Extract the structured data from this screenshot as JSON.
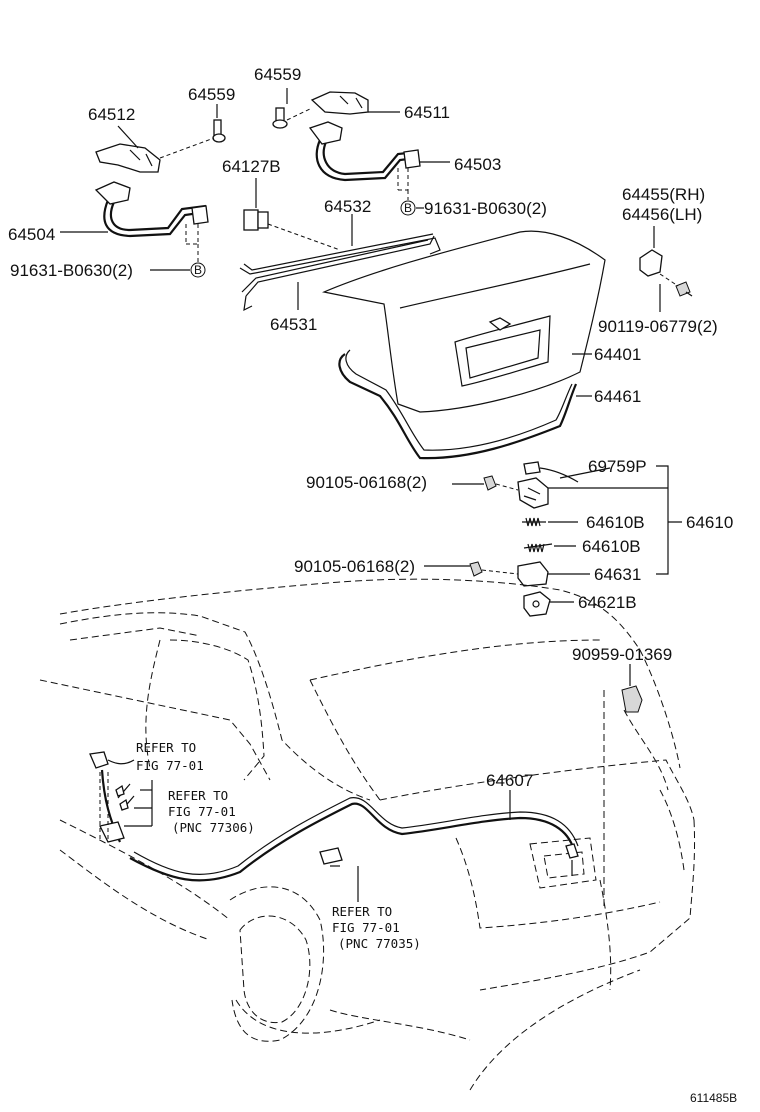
{
  "labels": {
    "p64559a": "64559",
    "p64511": "64511",
    "p64512": "64512",
    "p64559b": "64559",
    "p64503": "64503",
    "p64127b": "64127B",
    "p64532": "64532",
    "p91631a": "91631-B0630(2)",
    "p64455": "64455(RH)",
    "p64456": "64456(LH)",
    "p64504": "64504",
    "p91631b": "91631-B0630(2)",
    "p64531": "64531",
    "p90119": "90119-06779(2)",
    "p64401": "64401",
    "p64461": "64461",
    "p69759p": "69759P",
    "p90105a": "90105-06168(2)",
    "p64610b1": "64610B",
    "p64610": "64610",
    "p64610b2": "64610B",
    "p90105b": "90105-06168(2)",
    "p64631": "64631",
    "p64621b": "64621B",
    "p90959": "90959-01369",
    "p64607": "64607",
    "b_marker": "B",
    "ref1_l1": "REFER TO",
    "ref1_l2": "FIG 77-01",
    "ref2_l1": "REFER TO",
    "ref2_l2": "FIG 77-01",
    "ref2_l3": "(PNC 77306)",
    "ref3_l1": "REFER TO",
    "ref3_l2": "FIG 77-01",
    "ref3_l3": "(PNC 77035)",
    "figure_id": "611485B"
  }
}
